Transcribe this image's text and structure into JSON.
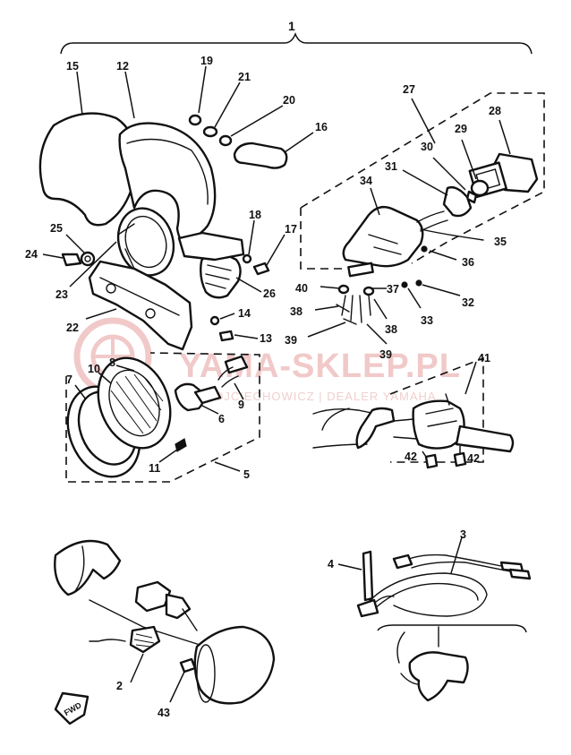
{
  "watermark": {
    "title": "YAMA-SKLEP.PL",
    "subtitle": "WOJCIECHOWICZ | DEALER YAMAHA",
    "color": "#f1c9c9"
  },
  "labels": {
    "p1": "1",
    "p2": "2",
    "p3": "3",
    "p4": "4",
    "p5": "5",
    "p6": "6",
    "p7": "7",
    "p8": "8",
    "p9": "9",
    "p10": "10",
    "p11": "11",
    "p12": "12",
    "p13": "13",
    "p14": "14",
    "p15": "15",
    "p16": "16",
    "p17": "17",
    "p18": "18",
    "p19": "19",
    "p20": "20",
    "p21": "21",
    "p22": "22",
    "p23": "23",
    "p24": "24",
    "p25": "25",
    "p26": "26",
    "p27": "27",
    "p28": "28",
    "p29": "29",
    "p30": "30",
    "p31": "31",
    "p32": "32",
    "p33": "33",
    "p34": "34",
    "p35": "35",
    "p36": "36",
    "p37": "37",
    "p38a": "38",
    "p38b": "38",
    "p39a": "39",
    "p39b": "39",
    "p40": "40",
    "p41": "41",
    "p42a": "42",
    "p42b": "42",
    "p43": "43"
  },
  "fwd_label": "FWD"
}
